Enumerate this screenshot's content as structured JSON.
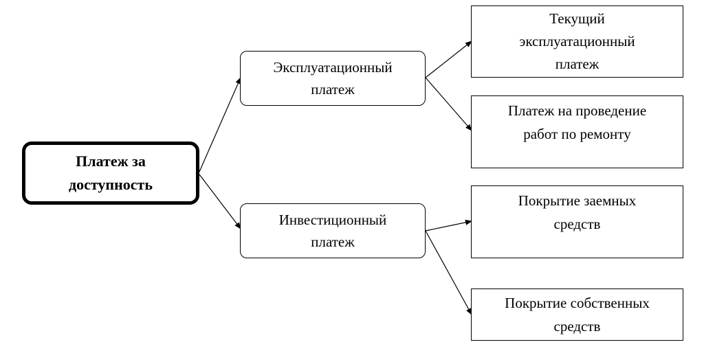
{
  "nodes": {
    "root": "Платеж за\nдоступность",
    "operational": "Эксплуатационный\nплатеж",
    "investment": "Инвестиционный\nплатеж",
    "current_operational": "Текущий\nэксплуатационный\nплатеж",
    "repair_works": "Платеж на проведение\nработ по ремонту",
    "borrowed_funds": "Покрытие заемных\nсредств",
    "own_funds": "Покрытие собственных\nсредств"
  }
}
